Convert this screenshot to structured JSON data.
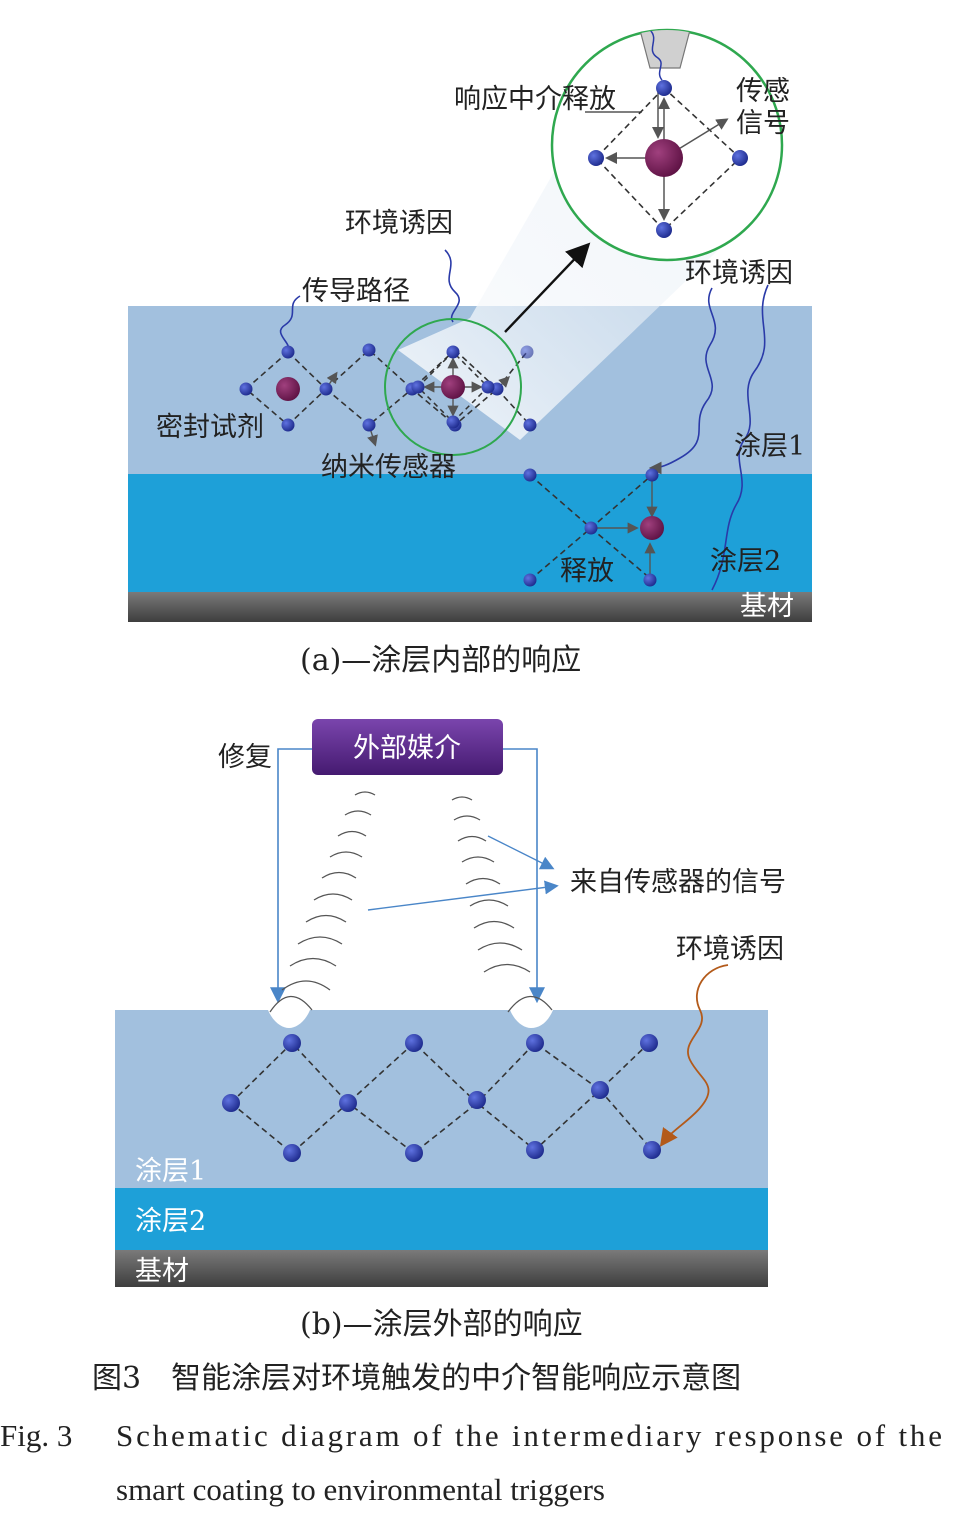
{
  "panel_a": {
    "labels": {
      "response_release": "响应中介释放",
      "sensing_signal_1": "传感",
      "sensing_signal_2": "信号",
      "env_trigger_left": "环境诱因",
      "conduction_path": "传导路径",
      "env_trigger_right": "环境诱因",
      "sealant": "密封试剂",
      "nanosensor": "纳米传感器",
      "coating1": "涂层1",
      "release": "释放",
      "coating2": "涂层2",
      "substrate": "基材"
    },
    "caption": "(a)—涂层内部的响应"
  },
  "panel_b": {
    "labels": {
      "repair": "修复",
      "external_medium": "外部媒介",
      "sensor_signal": "来自传感器的信号",
      "env_trigger": "环境诱因",
      "coating1": "涂层1",
      "coating2": "涂层2",
      "substrate": "基材"
    },
    "caption": "(b)—涂层外部的响应"
  },
  "figure_caption": {
    "cn": "图3　智能涂层对环境触发的中介智能响应示意图",
    "en_prefix": "Fig. 3",
    "en_line1": "Schematic diagram of the intermediary response of the",
    "en_line2": "smart coating to environmental triggers"
  },
  "colors": {
    "coating1": "#a0bfdf",
    "coating2": "#1ea0d8",
    "substrate": "#555555",
    "node": "#2a3aa8",
    "agent": "#7a1f5e",
    "ring": "#2fa84f",
    "medium_box": "#5a2a8a",
    "trigger_curve": "#b35a1a"
  }
}
